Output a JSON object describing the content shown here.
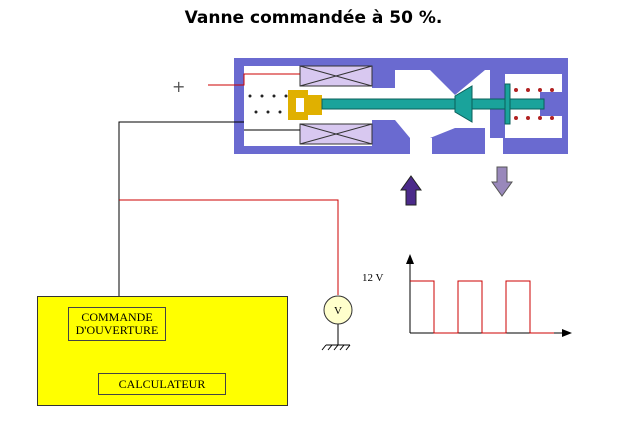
{
  "title": "Vanne commandée à 50 %.",
  "supply_symbol": "+",
  "controller": {
    "command_label_line1": "COMMANDE",
    "command_label_line2": "D'OUVERTURE",
    "calculator_label": "CALCULATEUR"
  },
  "voltmeter_label": "V",
  "signal": {
    "voltage_label": "12 V",
    "duty_cycle_percent": 50
  },
  "colors": {
    "valve_body": "#6a6ad0",
    "coil": "#d8c8f0",
    "stem": "#1aa39b",
    "plunger": "#e0b000",
    "wire_red": "#cc0000",
    "wire_black": "#000000",
    "controller_fill": "#ffff00",
    "arrow_in": "#4b2a8a",
    "arrow_out": "#9988bb"
  }
}
